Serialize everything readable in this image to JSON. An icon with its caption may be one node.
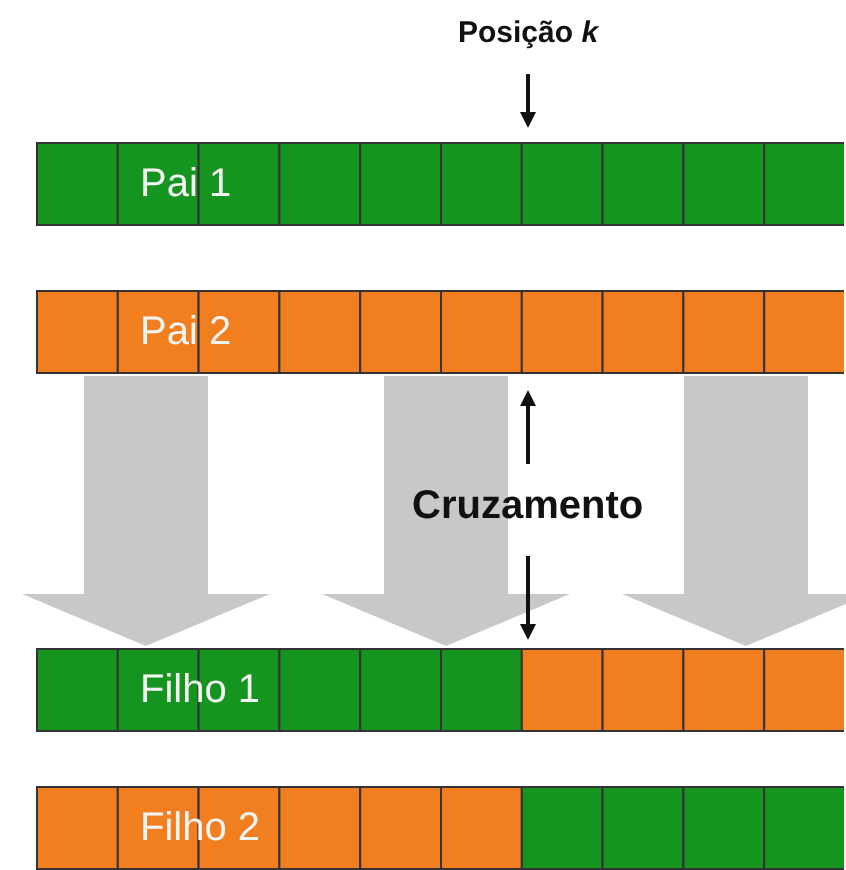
{
  "diagram": {
    "nodes": [
      {
        "text": [
          "Pai 1"
        ]
      },
      {
        "text": [
          "Pai 2"
        ]
      },
      {
        "text": [
          "Filho 1"
        ]
      },
      {
        "text": [
          "Filho 2"
        ]
      }
    ],
    "edges": [
      {
        "from": 1,
        "to": 2,
        "arrow": "to",
        "style": "thick",
        "color": "#c8c8c8"
      },
      {
        "from": 1,
        "to": 2,
        "arrow": "to",
        "style": "thick",
        "color": "#c8c8c8"
      },
      {
        "from": 1,
        "to": 2,
        "arrow": "to",
        "style": "thick",
        "color": "#c8c8c8"
      }
    ],
    "labels": [
      "Posição *k*",
      "Cruzamento"
    ]
  }
}
